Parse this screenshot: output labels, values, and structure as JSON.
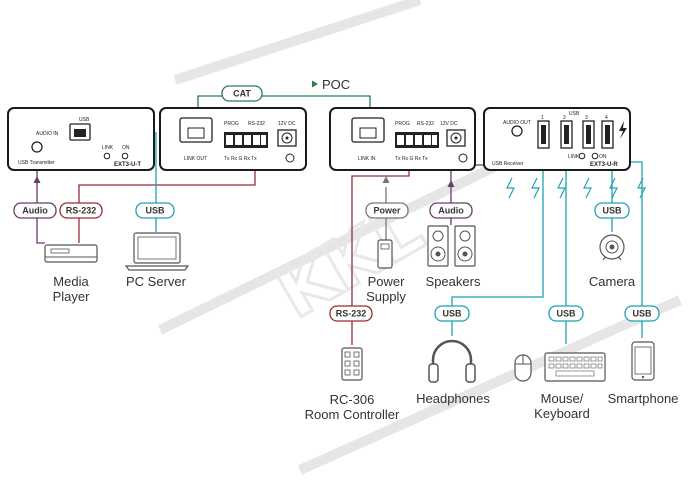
{
  "devices": {
    "transmitter": {
      "usb_port": "USB",
      "audio_in": "AUDIO IN",
      "link_led": "LINK",
      "on_led": "ON",
      "name": "USB Transmitter",
      "model": "EXT3-U-T",
      "link_out": "LINK OUT",
      "prog": "PROG",
      "rs232": "RS-232",
      "terminals": "Tx Rx G Rx Tx",
      "power": "12V DC"
    },
    "receiver_left": {
      "link_in": "LINK IN",
      "prog": "PROG",
      "rs232": "RS-232",
      "terminals": "Tx Rx G Rx Tx",
      "power": "12V DC"
    },
    "receiver_right": {
      "audio_out": "AUDIO OUT",
      "name": "USB Receiver",
      "usb_label": "USB",
      "port_numbers": [
        "1",
        "2",
        "3",
        "4"
      ],
      "link_led": "LINK",
      "on_led": "ON",
      "model": "EXT3-U-R"
    }
  },
  "cables": {
    "cat": "CAT",
    "poc": "POC"
  },
  "tags": {
    "audio_left": "Audio",
    "rs232_left": "RS-232",
    "usb_pc": "USB",
    "power": "Power",
    "audio_right": "Audio",
    "rs232_bottom": "RS-232",
    "usb_headphones": "USB",
    "usb_mouse": "USB",
    "usb_camera": "USB",
    "usb_smartphone": "USB"
  },
  "endpoints": {
    "media_player": [
      "Media",
      "Player"
    ],
    "pc_server": "PC Server",
    "power_supply": [
      "Power",
      "Supply"
    ],
    "speakers": "Speakers",
    "camera": "Camera",
    "room_controller": [
      "RC-306",
      "Room Controller"
    ],
    "headphones": "Headphones",
    "mouse_keyboard": [
      "Mouse/",
      "Keyboard"
    ],
    "smartphone": "Smartphone"
  },
  "colors": {
    "cat_cable": "#2e7d4f",
    "usb": "#1fa2b3",
    "audio": "#6b3a6e",
    "rs232": "#9c2b34",
    "power": "#777777"
  }
}
